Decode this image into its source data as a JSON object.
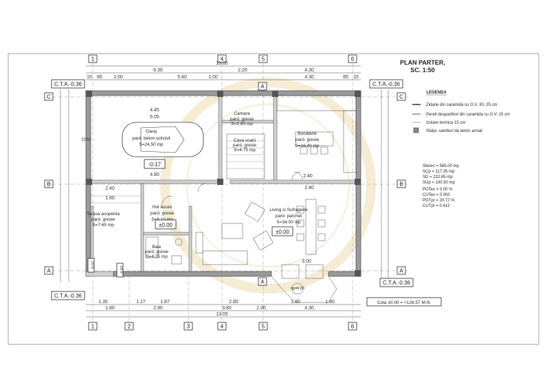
{
  "title": {
    "line1": "PLAN PARTER,",
    "line2": "SC. 1:50"
  },
  "legend": {
    "heading": "LEGENDA",
    "items": [
      "Zidarie din caramida cu G.V. 30, 25 cm",
      "Pereti despartitori din caramida cu G.V. 15 cm",
      "Izolare termica 15 cm",
      "Stalpi, samburi de beton armat"
    ]
  },
  "stats": [
    "Steren = 565.00 mp",
    "SCp = 117.35 mp",
    "SD = 232.85 mp",
    "SUp = 100.50 mp",
    "POTex = 0.00 %",
    "CUTex = 0.000",
    "POTpr = 20.77 %",
    "CUTpr = 0.412"
  ],
  "cota": "Cota ±0.00 = +126.57 M.N.",
  "cta_labels": [
    "C.T.A.-0.36",
    "C.T.A.-0.36",
    "C.T.A.-0.36",
    "C.T.A.-0.36"
  ],
  "axes_top": [
    "1",
    "4",
    "5",
    "6"
  ],
  "axes_bottom": [
    "1",
    "2",
    "3",
    "4",
    "5",
    "6"
  ],
  "axes_side": [
    "C",
    "B",
    "A"
  ],
  "section_marks": [
    "A",
    "A"
  ],
  "dims_top_total": "13.05",
  "dims_bottom_total": "13.05",
  "dims_top": [
    "6.30",
    "2.20",
    "4.30"
  ],
  "dims_top_row2": [
    "15",
    "85",
    "1.00",
    "5.40",
    "1.00",
    "4.30",
    "85",
    "15"
  ],
  "dims_bottom": [
    "1.80",
    "2.90",
    "3.80",
    "2.30",
    "4.30"
  ],
  "dims_bottom_row2": [
    "1.35",
    "1.27",
    "1.87",
    "2.80",
    "1.80",
    "1.80"
  ],
  "rooms": [
    {
      "name": "Garaj",
      "floor": "pard. beton sclivisit",
      "area": "S=24.50 mp"
    },
    {
      "name": "Camara",
      "floor": "pard. gresie",
      "area": "S=2.85 mp"
    },
    {
      "name": "Casa scarii",
      "floor": "pard. gresie",
      "area": "S=4.75 mp"
    },
    {
      "name": "Bucatarie",
      "floor": "pard. gresie",
      "area": "S=16.40 mp"
    },
    {
      "name": "Hol acces",
      "floor": "pard. gresie",
      "area": "S=6.10 mp"
    },
    {
      "name": "Living si Sufragerie",
      "floor": "pard. parchet",
      "area": "S=34.00 mp"
    },
    {
      "name": "Terasa acoperita",
      "floor": "pard. gresie",
      "area": "S=7.65 mp"
    },
    {
      "name": "Baie",
      "floor": "pard. gresie",
      "area": "S=4.25 mp"
    }
  ],
  "levels": [
    "-0.17",
    "±0.00",
    "±0.00",
    "-0.02",
    "-0.02"
  ],
  "misc_labels": [
    "hp=0.00",
    "4.45",
    "6.05",
    "4.80",
    "2.40",
    "2.40",
    "3.00",
    "10%",
    "2.40",
    "1.60"
  ]
}
